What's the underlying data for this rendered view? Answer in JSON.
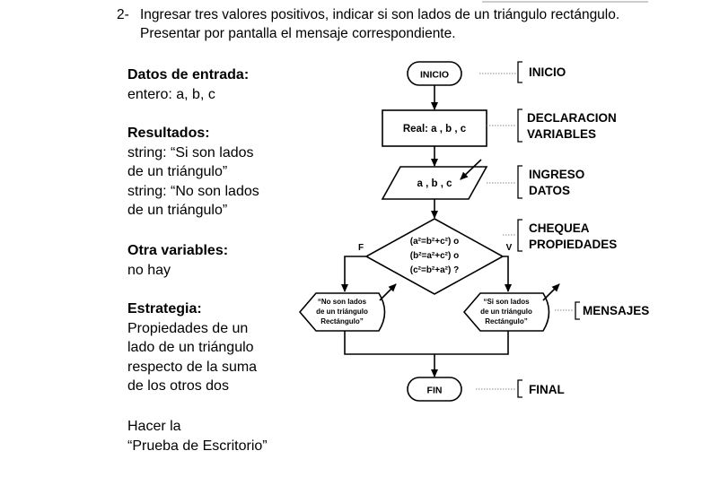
{
  "heading": {
    "number": "2-",
    "line1": "Ingresar tres valores positivos, indicar si son lados de un triángulo rectángulo.",
    "line2": "Presentar por pantalla el mensaje correspondiente."
  },
  "sections": {
    "entrada_title": "Datos de entrada:",
    "entrada_value": "entero: a, b, c",
    "resultados_title": "Resultados:",
    "resultados_lines": [
      "string: “Si son lados",
      "de un triángulo”",
      "string: “No son lados",
      "de un triángulo”"
    ],
    "otra_title": "Otra variables:",
    "otra_value": "no hay",
    "estrategia_title": "Estrategia:",
    "estrategia_lines": [
      "Propiedades de un",
      "lado de un triángulo",
      "respecto de la suma",
      "de los otros dos"
    ],
    "prueba_lines": [
      "Hacer la",
      "“Prueba de Escritorio”"
    ]
  },
  "flowchart": {
    "inicio": "INICIO",
    "declaracion": "Real: a , b , c",
    "ingreso": "a , b , c",
    "decision_lines": [
      "(a²=b²+c²) o",
      "(b²=a²+c²) o",
      "(c²=b²+a²) ?"
    ],
    "false_label": "F",
    "true_label": "V",
    "msg_no": [
      "“No son lados",
      "de un triángulo",
      "Rectángulo”"
    ],
    "msg_si": [
      "“Si son lados",
      "de un triángulo",
      "Rectángulo”"
    ],
    "fin": "FIN"
  },
  "annotations": {
    "inicio": "INICIO",
    "declaracion": [
      "DECLARACION",
      "VARIABLES"
    ],
    "ingreso": [
      "INGRESO",
      "DATOS"
    ],
    "chequea": [
      "CHEQUEA",
      "PROPIEDADES"
    ],
    "mensajes": "MENSAJES",
    "final": "FINAL"
  }
}
